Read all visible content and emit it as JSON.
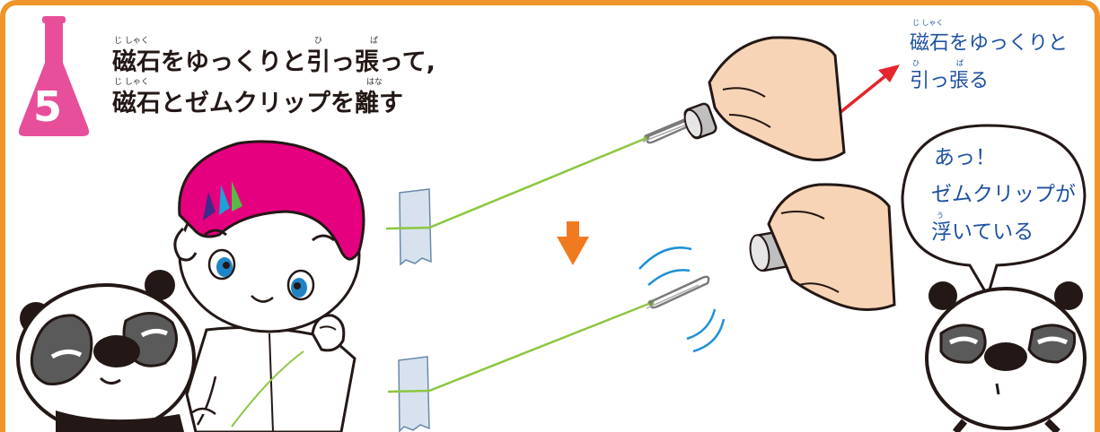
{
  "step": {
    "number": "5",
    "title_line1": "磁石をゆっくりと引っ張って,",
    "title_line2": "磁石とゼムクリップを離す",
    "ruby": {
      "line1_jishaku": "じ しゃく",
      "line1_hi": "ひ",
      "line1_pa": "ぱ",
      "line2_jishaku": "じ しゃく",
      "line2_hana": "はな"
    }
  },
  "instruction": {
    "line1": "磁石をゆっくりと",
    "line2": "引っ張る",
    "ruby_jishaku": "じ しゃく",
    "ruby_hi": "ひ",
    "ruby_pa": "ぱ"
  },
  "speech_bubble": {
    "line1": "あっ！",
    "line2": "ゼムクリップが",
    "line3": "浮いている",
    "ruby_u": "う"
  },
  "colors": {
    "frame": "#f0952a",
    "flask": "#e84f9b",
    "blue_text": "#1d50a2",
    "thread": "#8cc63f",
    "arrow_orange": "#f07a20",
    "arrow_red": "#e5242b",
    "hair": "#e4007f",
    "motion_lines": "#1e90d6"
  }
}
